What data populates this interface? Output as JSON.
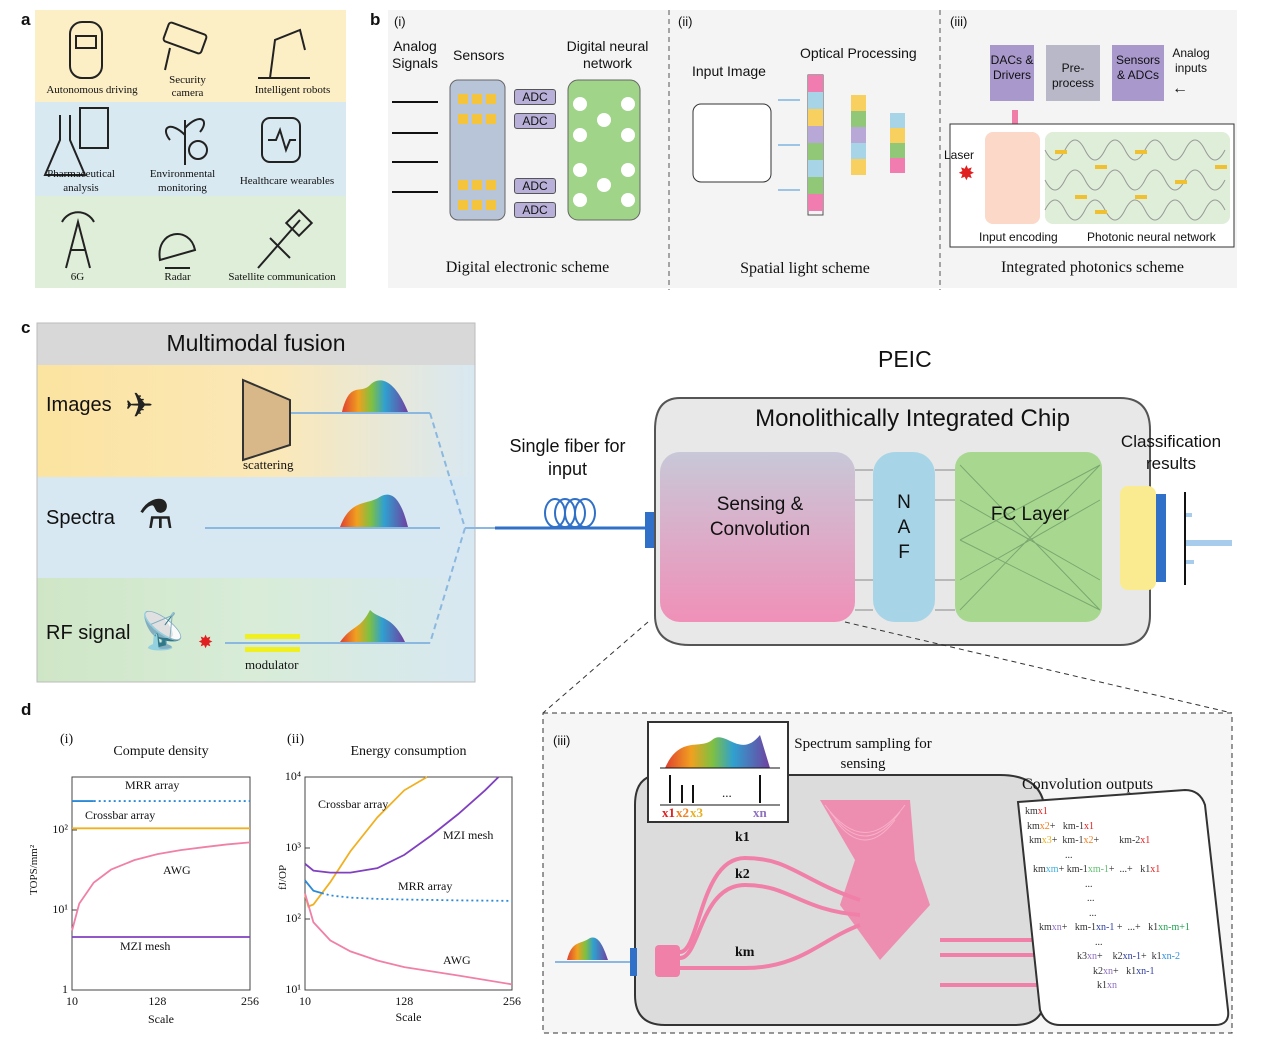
{
  "panel_labels": {
    "a": "a",
    "b": "b",
    "c": "c",
    "d": "d"
  },
  "panel_a": {
    "items": [
      {
        "label": "Autonomous driving",
        "icon": "car-icon"
      },
      {
        "label": "Security camera",
        "icon": "camera-icon"
      },
      {
        "label": "Intelligent robots",
        "icon": "robot-arm-icon"
      },
      {
        "label": "Pharmaceutical analysis",
        "icon": "flask-icon"
      },
      {
        "label": "Environmental monitoring",
        "icon": "plant-icon"
      },
      {
        "label": "Healthcare wearables",
        "icon": "smartwatch-icon"
      },
      {
        "label": "6G",
        "icon": "tower-icon"
      },
      {
        "label": "Radar",
        "icon": "radar-icon"
      },
      {
        "label": "Satellite communication",
        "icon": "satellite-icon"
      }
    ]
  },
  "panel_b": {
    "i": {
      "tag": "(i)",
      "analog": "Analog Signals",
      "sensors": "Sensors",
      "dnn": "Digital neural network",
      "adc": [
        "ADC",
        "ADC",
        "ADC",
        "ADC"
      ],
      "caption": "Digital electronic scheme"
    },
    "ii": {
      "tag": "(ii)",
      "input": "Input Image",
      "optical": "Optical Processing",
      "caption": "Spatial light scheme"
    },
    "iii": {
      "tag": "(iii)",
      "dacs": "DACs & Drivers",
      "pre": "Pre-process",
      "sensors": "Sensors & ADCs",
      "analog": "Analog inputs",
      "laser": "Laser",
      "encoding": "Input encoding",
      "pnn": "Photonic neural network",
      "caption": "Integrated photonics scheme"
    }
  },
  "panel_c": {
    "fusion_title": "Multimodal fusion",
    "images": "Images",
    "scattering": "scattering",
    "spectra": "Spectra",
    "rf": "RF signal",
    "modulator": "modulator",
    "fiber": "Single fiber for input",
    "peic": "PEIC",
    "chip": "Monolithically Integrated Chip",
    "sensing": "Sensing & Convolution",
    "naf": "N A F",
    "fc": "FC Layer",
    "classification": "Classification results"
  },
  "panel_d_iii": {
    "tag": "(iii)",
    "sampling": "Spectrum sampling for sensing",
    "k": [
      "k1",
      "k2",
      "km"
    ],
    "x": [
      "x1",
      "x2",
      "x3",
      "...",
      "xn"
    ],
    "conv_title": "Convolution outputs",
    "conv_lines": [
      [
        [
          "km",
          ""
        ],
        [
          "x1",
          "#e02020"
        ]
      ],
      [
        [
          "km",
          ""
        ],
        [
          "x2",
          "#f08020"
        ],
        [
          "+   km-1",
          ""
        ],
        [
          "x1",
          "#e02020"
        ]
      ],
      [
        [
          "km",
          ""
        ],
        [
          "x3",
          "#e8b020"
        ],
        [
          "+  km-1",
          ""
        ],
        [
          "x2",
          "#f08020"
        ],
        [
          "+        km-2",
          ""
        ],
        [
          "x1",
          "#e02020"
        ]
      ],
      [
        [
          "...",
          ""
        ]
      ],
      [
        [
          "km",
          ""
        ],
        [
          "xm",
          "#40b0e0"
        ],
        [
          "+ km-1",
          ""
        ],
        [
          "xm-1",
          "#60c070"
        ],
        [
          "+  ...+   k1",
          ""
        ],
        [
          "x1",
          "#e02020"
        ]
      ],
      [
        [
          "...",
          ""
        ]
      ],
      [
        [
          "...",
          ""
        ]
      ],
      [
        [
          "...",
          ""
        ]
      ],
      [
        [
          "km",
          ""
        ],
        [
          "xn",
          "#9070c0"
        ],
        [
          "+   km-1",
          ""
        ],
        [
          "xn-1",
          "#3040a0"
        ],
        [
          " +  ...+   k1",
          ""
        ],
        [
          "xn-m+1",
          "#20a050"
        ]
      ],
      [
        [
          "...",
          ""
        ]
      ],
      [
        [
          "k3",
          ""
        ],
        [
          "xn",
          "#9070c0"
        ],
        [
          "+    k2",
          ""
        ],
        [
          "xn-1",
          "#3040a0"
        ],
        [
          "+  k1",
          ""
        ],
        [
          "xn-2",
          "#3090e0"
        ]
      ],
      [
        [
          "k2",
          ""
        ],
        [
          "xn",
          "#9070c0"
        ],
        [
          "+   k1",
          ""
        ],
        [
          "xn-1",
          "#3040a0"
        ]
      ],
      [
        [
          "k1",
          ""
        ],
        [
          "xn",
          "#9070c0"
        ]
      ]
    ]
  },
  "chart_data": [
    {
      "type": "line",
      "tag": "(i)",
      "title": "Compute density",
      "xlabel": "Scale",
      "ylabel": "TOPS/mm²",
      "yscale": "log",
      "xlim": [
        10,
        256
      ],
      "ylim": [
        1,
        460
      ],
      "xticks": [
        "10",
        "128",
        "256"
      ],
      "yticks": [
        "1",
        "10¹",
        "10²"
      ],
      "series": [
        {
          "name": "MRR array",
          "color": "#2a8ad8",
          "solid_until": 40,
          "x": [
            10,
            256
          ],
          "values": [
            230,
            230
          ]
        },
        {
          "name": "Crossbar array",
          "color": "#f0b020",
          "x": [
            10,
            256
          ],
          "values": [
            105,
            105
          ]
        },
        {
          "name": "AWG",
          "color": "#f080a8",
          "x": [
            10,
            20,
            40,
            64,
            96,
            128,
            160,
            192,
            224,
            256
          ],
          "values": [
            5.5,
            12,
            22,
            32,
            42,
            50,
            56,
            61,
            66,
            70
          ]
        },
        {
          "name": "MZI mesh",
          "color": "#8040c0",
          "x": [
            10,
            256
          ],
          "values": [
            4.6,
            4.6
          ]
        }
      ]
    },
    {
      "type": "line",
      "tag": "(ii)",
      "title": "Energy consumption",
      "xlabel": "Scale",
      "ylabel": "fJ/OP",
      "yscale": "log",
      "xlim": [
        10,
        256
      ],
      "ylim": [
        10,
        10000
      ],
      "xticks": [
        "10",
        "128",
        "256"
      ],
      "yticks": [
        "10¹",
        "10²",
        "10³",
        "10⁴"
      ],
      "series": [
        {
          "name": "Crossbar array",
          "color": "#f0b020",
          "x": [
            10,
            14,
            20,
            40,
            64,
            96,
            128,
            155
          ],
          "values": [
            220,
            150,
            160,
            330,
            900,
            2700,
            6500,
            10000
          ]
        },
        {
          "name": "MZI mesh",
          "color": "#8040c0",
          "x": [
            10,
            20,
            40,
            64,
            96,
            128,
            160,
            192,
            224,
            240
          ],
          "values": [
            600,
            480,
            450,
            450,
            520,
            800,
            1500,
            3000,
            6500,
            10000
          ]
        },
        {
          "name": "MRR array",
          "color": "#2a8ad8",
          "solid_until": 30,
          "x": [
            10,
            20,
            40,
            64,
            96,
            128,
            192,
            256
          ],
          "values": [
            350,
            250,
            215,
            200,
            192,
            188,
            183,
            180
          ]
        },
        {
          "name": "AWG",
          "color": "#f080a8",
          "x": [
            10,
            20,
            40,
            64,
            96,
            128,
            192,
            256
          ],
          "values": [
            230,
            90,
            50,
            35,
            26,
            21,
            16,
            12
          ]
        }
      ]
    }
  ]
}
